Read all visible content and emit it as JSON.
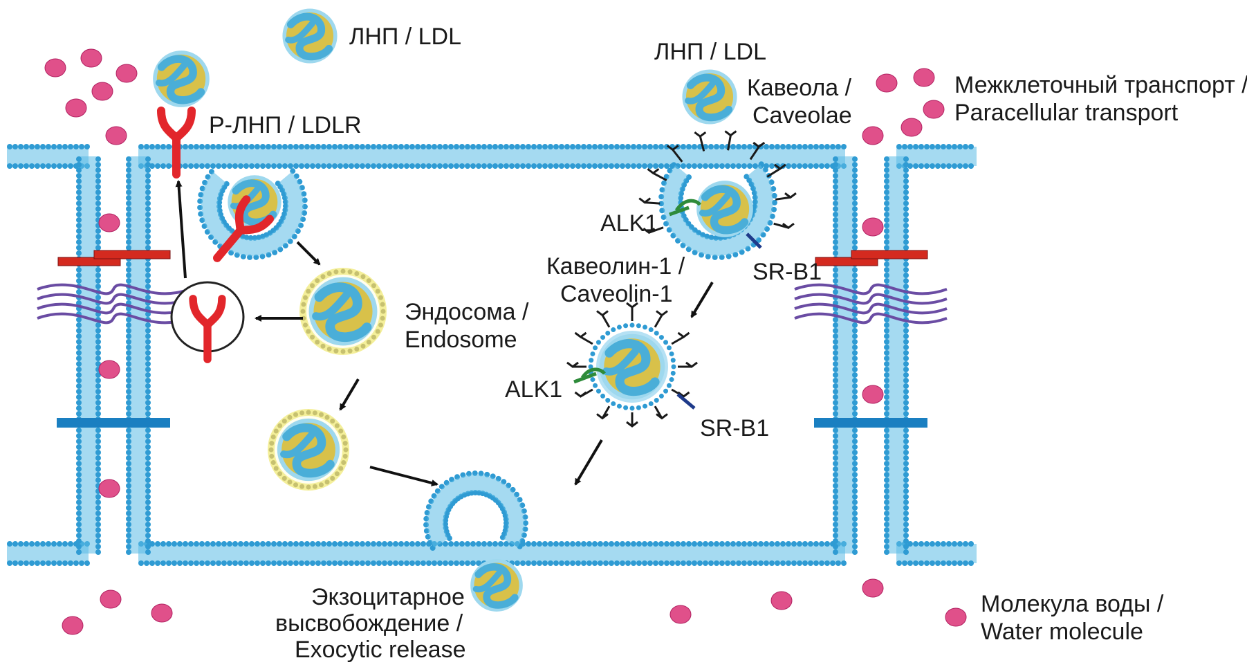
{
  "labels": {
    "ldl_top": "ЛНП / LDL",
    "ldl_caveola": "ЛНП / LDL",
    "ldlr": "Р-ЛНП / LDLR",
    "caveola_ru": "Кавеола /",
    "caveola_en": "Caveolae",
    "paracellular_ru": "Межклеточный транспорт /",
    "paracellular_en": "Paracellular transport",
    "alk1_top": "ALK1",
    "caveolin_ru": "Кавеолин-1 /",
    "caveolin_en": "Caveolin-1",
    "srb1_top": "SR-B1",
    "endosome_ru": "Эндосома /",
    "endosome_en": "Endosome",
    "alk1_bottom": "ALK1",
    "srb1_bottom": "SR-B1",
    "exocytic_ru1": "Экзоцитарное",
    "exocytic_ru2": "высвобождение /",
    "exocytic_en": "Exocytic release",
    "water_ru": "Молекула воды /",
    "water_en": "Water molecule"
  },
  "colors": {
    "membrane": "#5bbce6",
    "membrane_dark": "#2f9bd3",
    "ldl_shell": "#9ed8ee",
    "ldl_core": "#d8c14a",
    "receptor": "#e2262b",
    "water": "#e0508a",
    "junction_red": "#d42a1f",
    "junction_purple": "#6a4ca3",
    "junction_blue": "#1a7fc1",
    "caveolin": "#1a1a1a",
    "alk1": "#2e8b3a",
    "srb1": "#1e3a8a",
    "endosome_ring": "#f4ef9a"
  }
}
